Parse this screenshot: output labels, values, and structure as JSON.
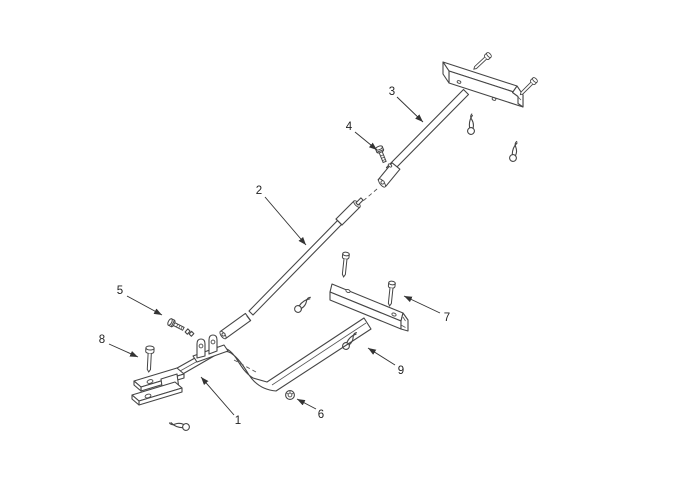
{
  "diagram": {
    "type": "exploded-parts-diagram",
    "colors": {
      "background": "#ffffff",
      "line": "#454545",
      "label": "#222222"
    },
    "callouts": {
      "c1": {
        "label": "1"
      },
      "c2": {
        "label": "2"
      },
      "c3": {
        "label": "3"
      },
      "c4": {
        "label": "4"
      },
      "c5": {
        "label": "5"
      },
      "c6": {
        "label": "6"
      },
      "c7": {
        "label": "7"
      },
      "c8": {
        "label": "8"
      },
      "c9": {
        "label": "9"
      }
    }
  }
}
